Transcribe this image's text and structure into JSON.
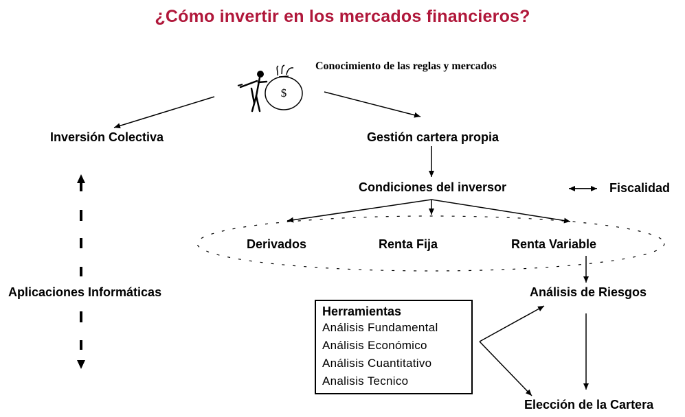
{
  "title": "¿Cómo invertir en los mercados financieros?",
  "nodes": {
    "conocimiento": "Conocimiento de las reglas y mercados",
    "inversion_colectiva": "Inversión Colectiva",
    "gestion_cartera": "Gestión cartera propia",
    "condiciones": "Condiciones del inversor",
    "fiscalidad": "Fiscalidad",
    "derivados": "Derivados",
    "renta_fija": "Renta Fija",
    "renta_variable": "Renta Variable",
    "aplicaciones": "Aplicaciones Informáticas",
    "analisis_riesgos": "Análisis de Riesgos",
    "eleccion_cartera": "Elección de la Cartera"
  },
  "money_bag_symbol": "$",
  "herramientas": {
    "title": "Herramientas",
    "items": [
      "Análisis Fundamental",
      "Análisis Económico",
      "Análisis Cuantitativo",
      "Analisis Tecnico"
    ]
  },
  "colors": {
    "title": "#b0173a",
    "lines": "#000000"
  },
  "icons": [
    "stick-figure-icon",
    "money-bag-icon"
  ]
}
